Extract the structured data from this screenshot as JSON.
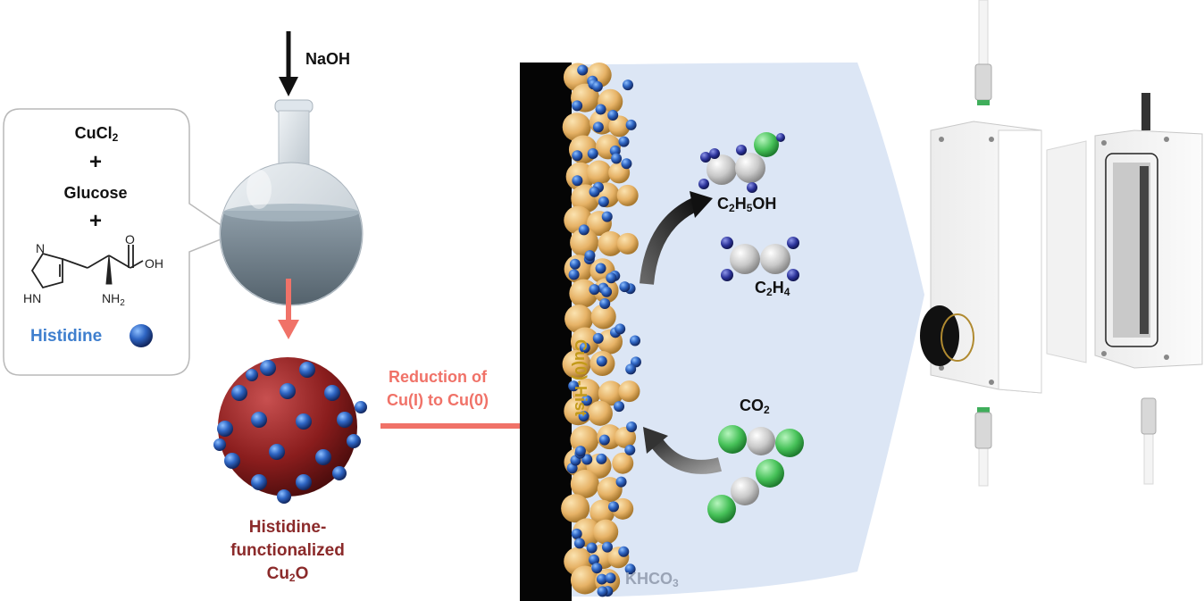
{
  "reagents": {
    "cucl2": "CuCl",
    "cucl2_sub": "2",
    "plus1": "+",
    "glucose": "Glucose",
    "plus2": "+",
    "histidine_label": "Histidine",
    "struct_oh": "OH",
    "struct_o": "O",
    "struct_nh2": "NH",
    "struct_nh2_sub": "2",
    "struct_hn": "HN",
    "struct_n": "N"
  },
  "naoh": "NaOH",
  "particle": {
    "line1": "Histidine-",
    "line2": "functionalized",
    "line3_a": "Cu",
    "line3_sub": "2",
    "line3_b": "O"
  },
  "reduction": {
    "line1": "Reduction of",
    "line2": "Cu(I) to Cu(0)"
  },
  "surface_label": "Cu(0)-Hist",
  "electrolyte": {
    "a": "KHCO",
    "sub": "3"
  },
  "products": {
    "ethanol": {
      "a": "C",
      "s1": "2",
      "b": "H",
      "s2": "5",
      "c": "OH"
    },
    "ethylene": {
      "a": "C",
      "s1": "2",
      "b": "H",
      "s2": "4"
    },
    "co2": {
      "a": "CO",
      "s1": "2"
    }
  },
  "colors": {
    "histidine": "#3f7fce",
    "arrow_red": "#f07268",
    "particle_label": "#8b2a2a",
    "cu_sphere": "#e6b266",
    "surface_label": "#c39a1a",
    "electrolyte_bg": "#dce6f5",
    "electrolyte_text": "#9aa4b6"
  }
}
